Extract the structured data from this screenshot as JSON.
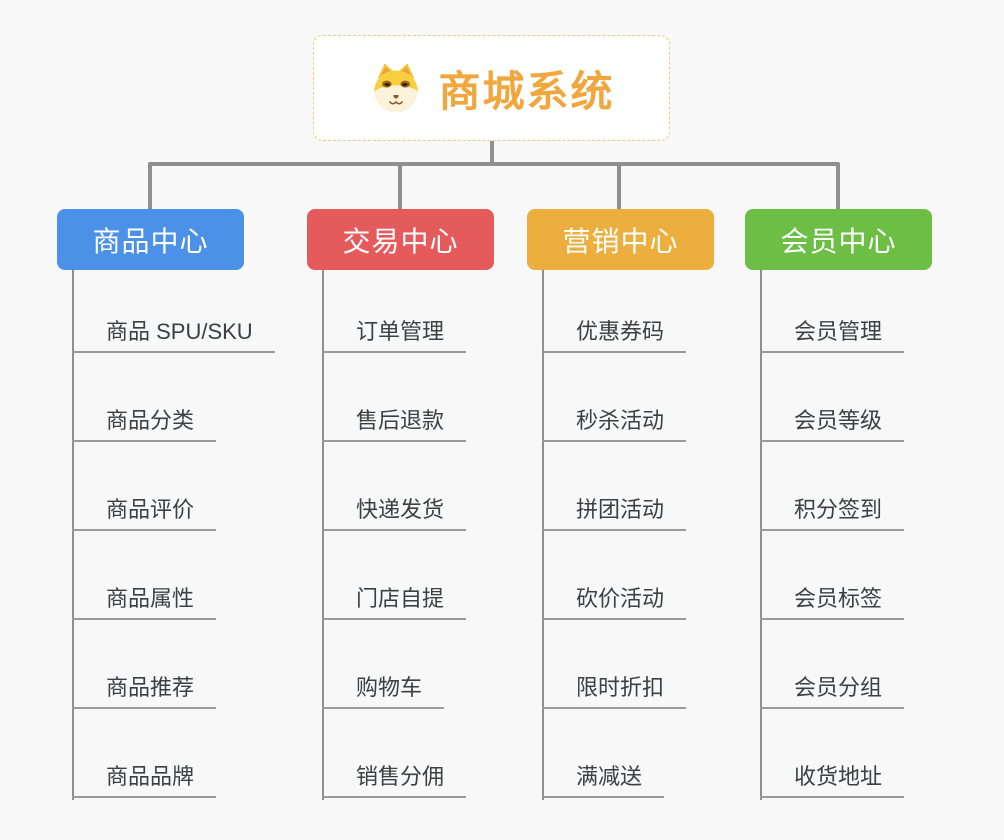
{
  "root": {
    "title": "商城系统",
    "icon": "dog-face-icon",
    "accent_color": "#F0A73E",
    "border_color": "#F3C97E"
  },
  "colors": {
    "background": "#F8F8F8",
    "connector_line": "#8F8F8F",
    "leaf_underline": "#9A9A9A",
    "leaf_text": "#3B4045"
  },
  "branches": [
    {
      "label": "商品中心",
      "color": "#4B91E8",
      "items": [
        "商品 SPU/SKU",
        "商品分类",
        "商品评价",
        "商品属性",
        "商品推荐",
        "商品品牌"
      ]
    },
    {
      "label": "交易中心",
      "color": "#E55B5B",
      "items": [
        "订单管理",
        "售后退款",
        "快递发货",
        "门店自提",
        "购物车",
        "销售分佣"
      ]
    },
    {
      "label": "营销中心",
      "color": "#ECAE3D",
      "items": [
        "优惠券码",
        "秒杀活动",
        "拼团活动",
        "砍价活动",
        "限时折扣",
        "满减送"
      ]
    },
    {
      "label": "会员中心",
      "color": "#6CBF44",
      "items": [
        "会员管理",
        "会员等级",
        "积分签到",
        "会员标签",
        "会员分组",
        "收货地址"
      ]
    }
  ]
}
